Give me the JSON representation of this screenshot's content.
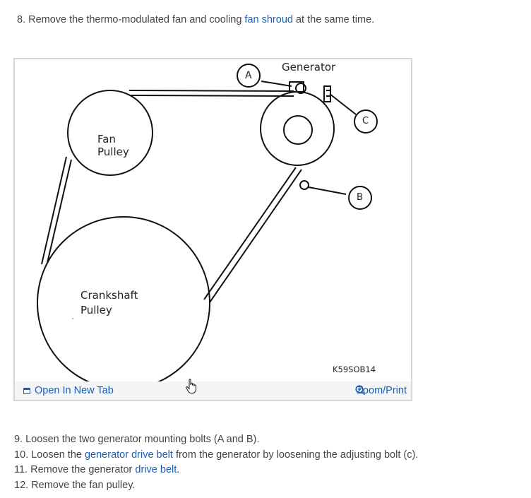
{
  "step8": {
    "before": "8. Remove the thermo-modulated fan and cooling ",
    "link": "fan shroud",
    "after": " at the same time."
  },
  "figure": {
    "labels": {
      "generator": "Generator",
      "a": "A",
      "b": "B",
      "c": "C",
      "fan_pulley_1": "Fan",
      "fan_pulley_2": "Pulley",
      "crank_pulley_1": "Crankshaft",
      "crank_pulley_2": "Pulley",
      "code": "K59SOB14"
    },
    "toolbar": {
      "open_tab": "Open In New Tab",
      "zoom_print": "Zoom/Print"
    }
  },
  "steps": {
    "s9": "9. Loosen the two generator mounting bolts (A and B).",
    "s10_before": "10. Loosen the ",
    "s10_link": "generator drive belt",
    "s10_after": " from the generator by loosening the adjusting bolt (c).",
    "s11_before": "11. Remove the generator ",
    "s11_link": "drive belt",
    "s11_after": ".",
    "s12": "12. Remove the fan pulley."
  },
  "icons": {
    "open_tab": "open-new-tab-icon",
    "zoom": "zoom-in-icon",
    "cursor": "hand-pointer-icon"
  },
  "colors": {
    "link": "#1a5fb4",
    "text": "#444444",
    "figure_border": "#d6d6d6"
  }
}
